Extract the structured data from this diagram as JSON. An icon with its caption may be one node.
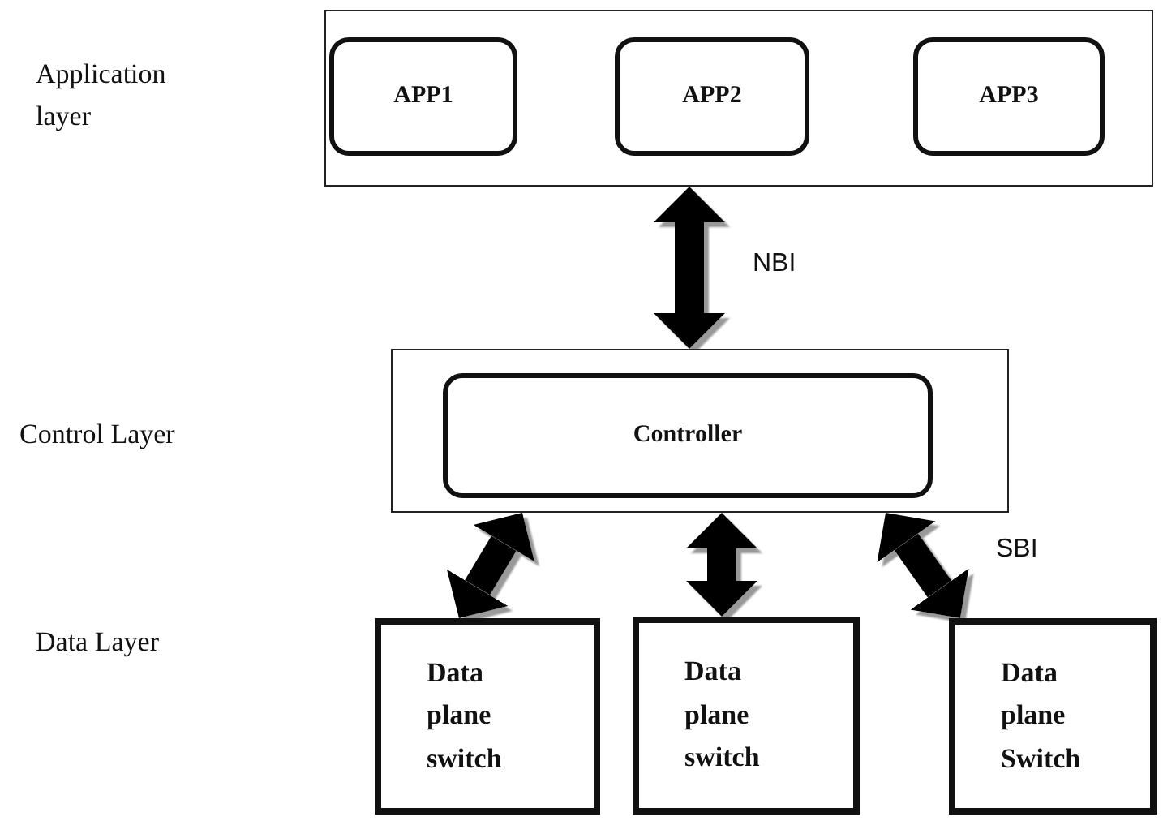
{
  "diagram": {
    "nodes": [
      {
        "text": [],
        "shape": "box"
      },
      {
        "text": [
          "APP1"
        ],
        "in": 0
      },
      {
        "text": [
          "APP2"
        ],
        "in": 0
      },
      {
        "text": [
          "APP3"
        ],
        "in": 0
      },
      {
        "text": [],
        "shape": "box"
      },
      {
        "text": [
          "Controller"
        ],
        "in": 4
      },
      {
        "text": [
          "Data plane switch"
        ]
      },
      {
        "text": [
          "Data plane switch"
        ]
      },
      {
        "text": [
          "Data plane Switch"
        ]
      }
    ],
    "edges": [
      {
        "from": 0,
        "to": 4,
        "arrow": "both",
        "label": "NBI"
      },
      {
        "from": 4,
        "to": 6,
        "arrow": "both"
      },
      {
        "from": 4,
        "to": 7,
        "arrow": "both"
      },
      {
        "from": 4,
        "to": 8,
        "arrow": "both",
        "label": "SBI"
      }
    ],
    "labels": [
      "Application layer",
      "Control Layer",
      "Data Layer"
    ]
  }
}
